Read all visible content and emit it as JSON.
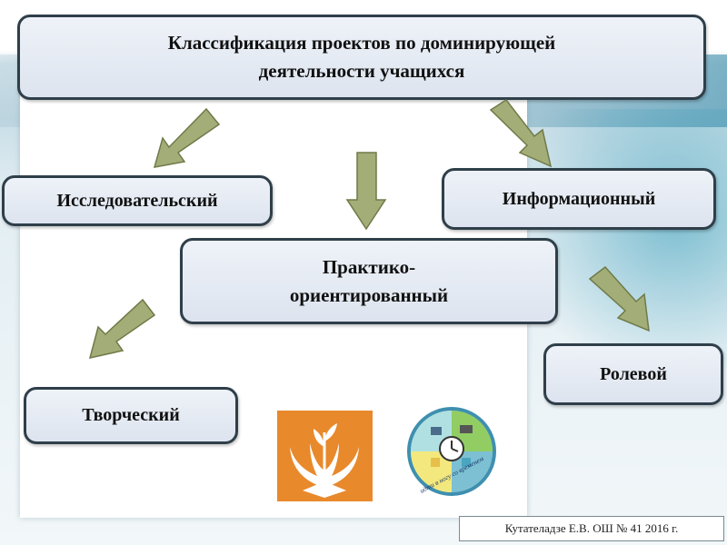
{
  "title_line1": "Классификация проектов по доминирующей",
  "title_line2": "деятельности учащихся",
  "nodes": {
    "research": "Исследовательский",
    "informational": "Информационный",
    "practical_line1": "Практико-",
    "practical_line2": "ориентированный",
    "creative": "Творческий",
    "role": "Ролевой"
  },
  "logo2_text": "идти в ногу со временем",
  "footer": "Кутателадзе Е.В. ОШ № 41 2016 г.",
  "colors": {
    "box_border": "#2f3f4a",
    "box_fill": "#e6ebf3",
    "arrow_fill": "#a3ad78",
    "arrow_stroke": "#6f7a48",
    "logo1_bg": "#e8892b"
  }
}
